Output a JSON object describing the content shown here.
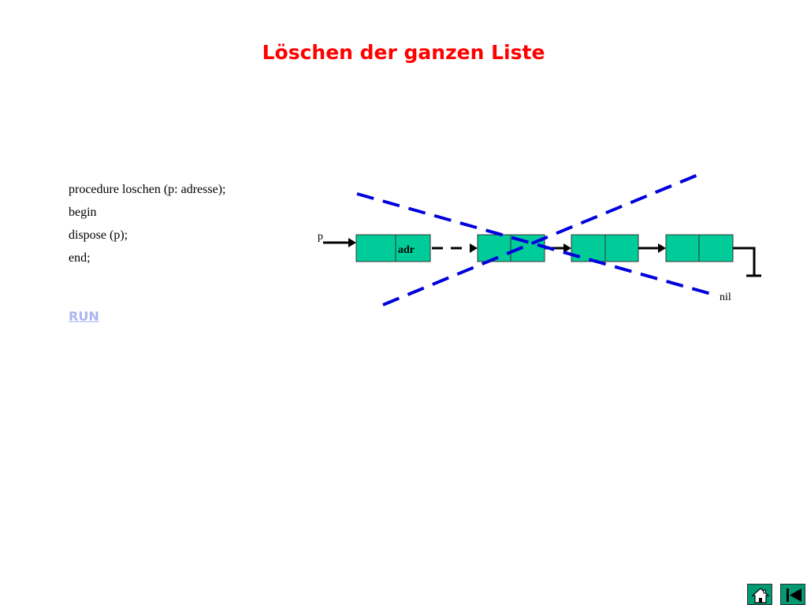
{
  "slide": {
    "title": "Löschen der ganzen Liste"
  },
  "code": {
    "lines": [
      "procedure loschen (p: adresse);",
      "begin",
      "dispose (p);",
      "end;"
    ]
  },
  "run_link": {
    "label": "RUN"
  },
  "diagram": {
    "pointer_label": "p",
    "adr_label": "adr",
    "nil_label": "nil",
    "colors": {
      "node_fill": "#00cc99",
      "cross_lines": "#0000dd",
      "text": "#000000"
    }
  },
  "navigation": {
    "home_icon": "home-icon",
    "first_icon": "skip-to-start-icon",
    "button_color": "#009a73"
  }
}
